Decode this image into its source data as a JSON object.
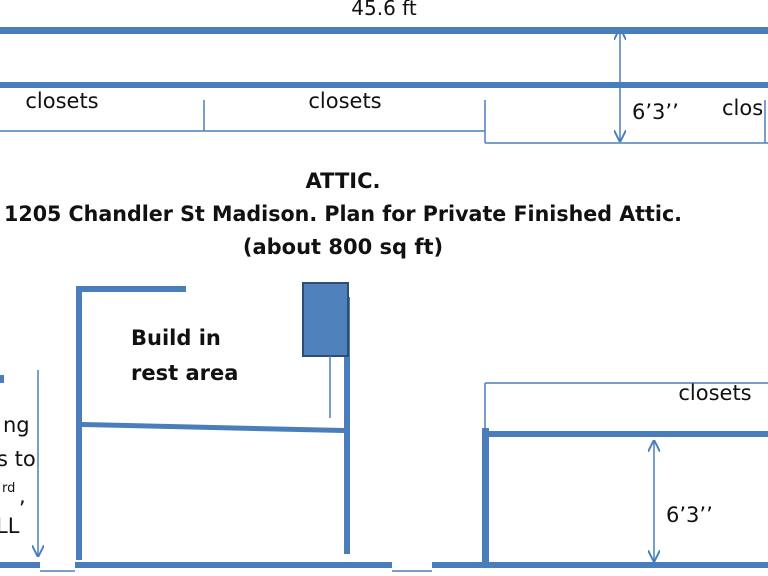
{
  "colors": {
    "wall": "#4a7ebb",
    "dimension": "#4a7ebb",
    "text": "#111111",
    "background": "#ffffff"
  },
  "dimensions": {
    "overall_width": "45.6 ft",
    "top_depth": "6’3’’",
    "bottom_depth": "6’3’’"
  },
  "labels": {
    "closets_1": "closets",
    "closets_2": "closets",
    "closets_3": "clos",
    "closets_4": "closets",
    "rest_area_line1": "Build in",
    "rest_area_line2": "rest area"
  },
  "title": {
    "line1": "ATTIC.",
    "line2": "1205 Chandler St Madison. Plan for Private Finished Attic.",
    "line3": "(about 800 sq ft)"
  },
  "left_note": {
    "line1": "ng",
    "line2": "s to",
    "line3": "rd",
    "line4": ",",
    "line5": "LL"
  },
  "icons": {
    "arrow": "arrow-icon"
  }
}
